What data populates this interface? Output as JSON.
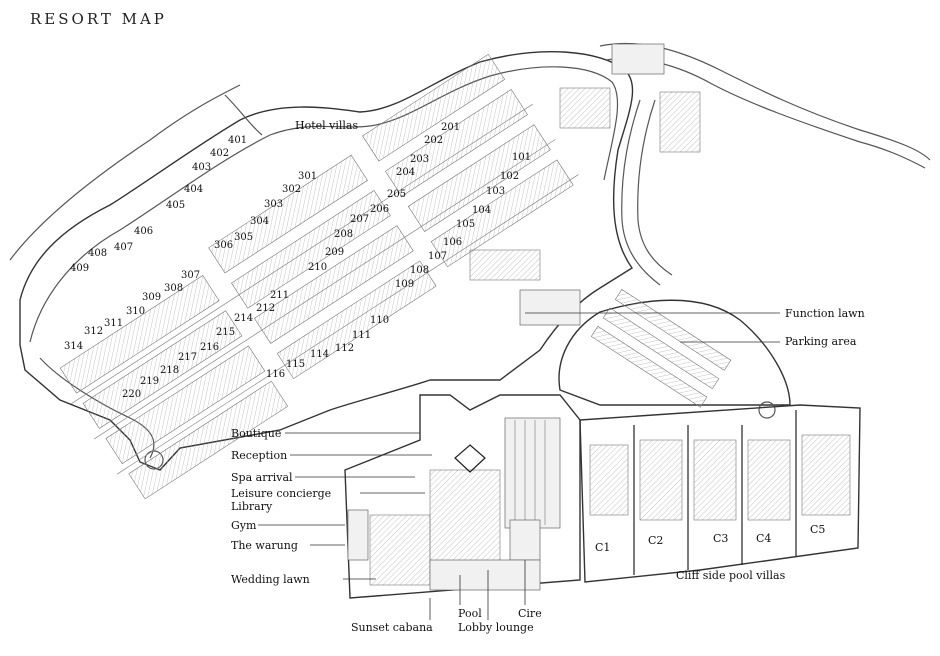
{
  "title": "RESORT MAP",
  "area_labels": {
    "hotel_villas": "Hotel villas",
    "function_lawn": "Function lawn",
    "parking_area": "Parking area",
    "cliff_villas": "Cliff side pool villas"
  },
  "facilities": {
    "boutique": "Boutique",
    "reception": "Reception",
    "spa_arrival": "Spa arrival",
    "leisure_concierge": "Leisure concierge",
    "library": "Library",
    "gym": "Gym",
    "the_warung": "The warung",
    "wedding_lawn": "Wedding lawn",
    "sunset_cabana": "Sunset cabana",
    "pool": "Pool",
    "lobby_lounge": "Lobby lounge",
    "cire": "Cire"
  },
  "villa_numbers": [
    "401",
    "402",
    "403",
    "404",
    "405",
    "406",
    "407",
    "408",
    "409",
    "301",
    "302",
    "303",
    "304",
    "305",
    "306",
    "307",
    "308",
    "309",
    "310",
    "311",
    "312",
    "314",
    "201",
    "202",
    "203",
    "204",
    "205",
    "206",
    "207",
    "208",
    "209",
    "210",
    "211",
    "212",
    "214",
    "215",
    "216",
    "217",
    "218",
    "219",
    "220",
    "101",
    "102",
    "103",
    "104",
    "105",
    "106",
    "107",
    "108",
    "109",
    "110",
    "111",
    "112",
    "114",
    "115",
    "116"
  ],
  "cliff_villa_numbers": [
    "C1",
    "C2",
    "C3",
    "C4",
    "C5"
  ]
}
